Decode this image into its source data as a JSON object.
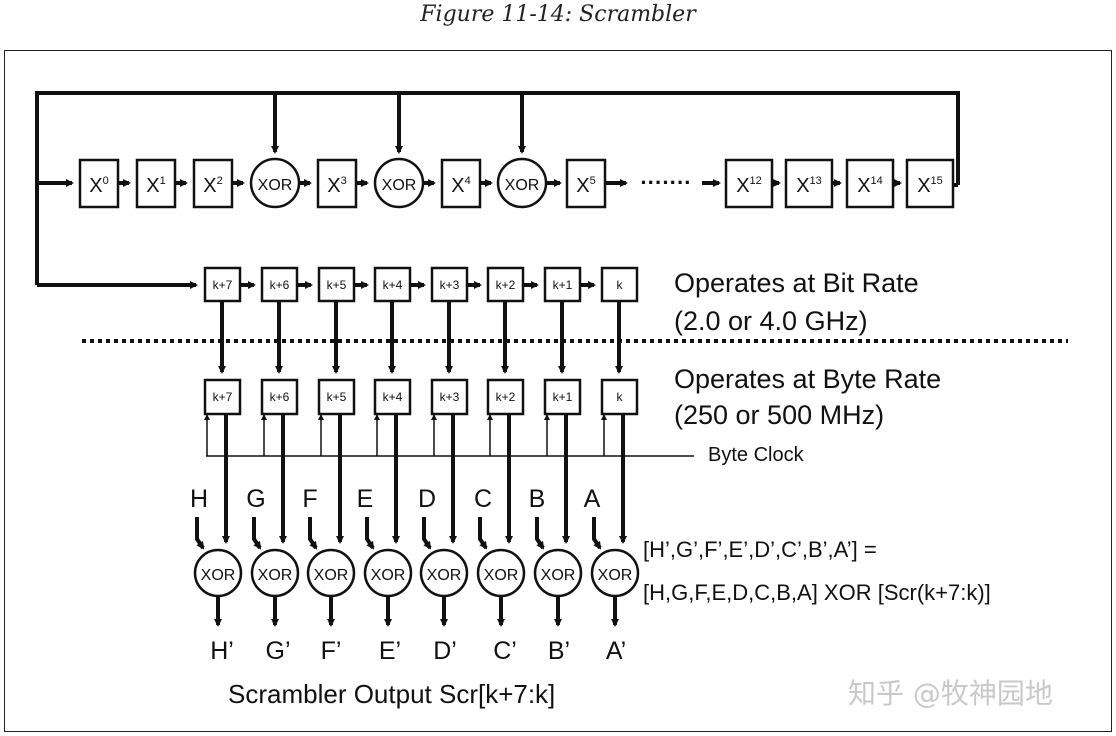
{
  "caption": "Figure 11-14: Scrambler",
  "lfsr": [
    {
      "kind": "reg",
      "base": "X",
      "exp": "0"
    },
    {
      "kind": "reg",
      "base": "X",
      "exp": "1"
    },
    {
      "kind": "reg",
      "base": "X",
      "exp": "2"
    },
    {
      "kind": "xor",
      "label": "XOR"
    },
    {
      "kind": "reg",
      "base": "X",
      "exp": "3"
    },
    {
      "kind": "xor",
      "label": "XOR"
    },
    {
      "kind": "reg",
      "base": "X",
      "exp": "4"
    },
    {
      "kind": "xor",
      "label": "XOR"
    },
    {
      "kind": "reg",
      "base": "X",
      "exp": "5"
    },
    {
      "kind": "reg",
      "base": "X",
      "exp": "12"
    },
    {
      "kind": "reg",
      "base": "X",
      "exp": "13"
    },
    {
      "kind": "reg",
      "base": "X",
      "exp": "14"
    },
    {
      "kind": "reg",
      "base": "X",
      "exp": "15"
    }
  ],
  "lfsr_ellipsis": "·······",
  "shift_labels": [
    "k+7",
    "k+6",
    "k+5",
    "k+4",
    "k+3",
    "k+2",
    "k+1",
    "k"
  ],
  "bit_rate": {
    "line1": "Operates at Bit Rate",
    "line2": "(2.0 or 4.0 GHz)"
  },
  "byte_rate": {
    "line1": "Operates at Byte Rate",
    "line2": "(250 or 500 MHz)"
  },
  "byte_clock": "Byte Clock",
  "inputs": [
    "H",
    "G",
    "F",
    "E",
    "D",
    "C",
    "B",
    "A"
  ],
  "xor_label": "XOR",
  "outputs": [
    "H’",
    "G’",
    "F’",
    "E’",
    "D’",
    "C’",
    "B’",
    "A’"
  ],
  "equation": {
    "line1": "[H’,G’,F’,E’,D’,C’,B’,A’] =",
    "line2": "[H,G,F,E,D,C,B,A] XOR [Scr(k+7:k)]"
  },
  "output_label": "Scrambler Output Scr[k+7:k]",
  "watermark": "知乎 @牧神园地"
}
